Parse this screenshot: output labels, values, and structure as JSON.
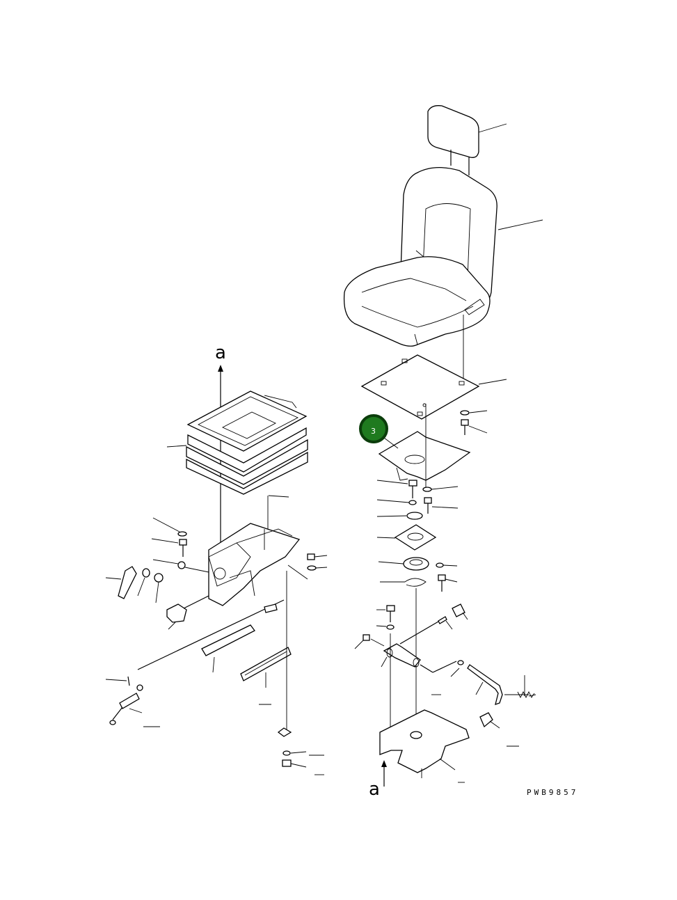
{
  "arrow_label_top": "a",
  "arrow_label_bottom": "a",
  "drawing_code": "PWB9857",
  "callout": {
    "label": "3",
    "color": "#1f7a1f",
    "border": "#0b3d0b"
  }
}
